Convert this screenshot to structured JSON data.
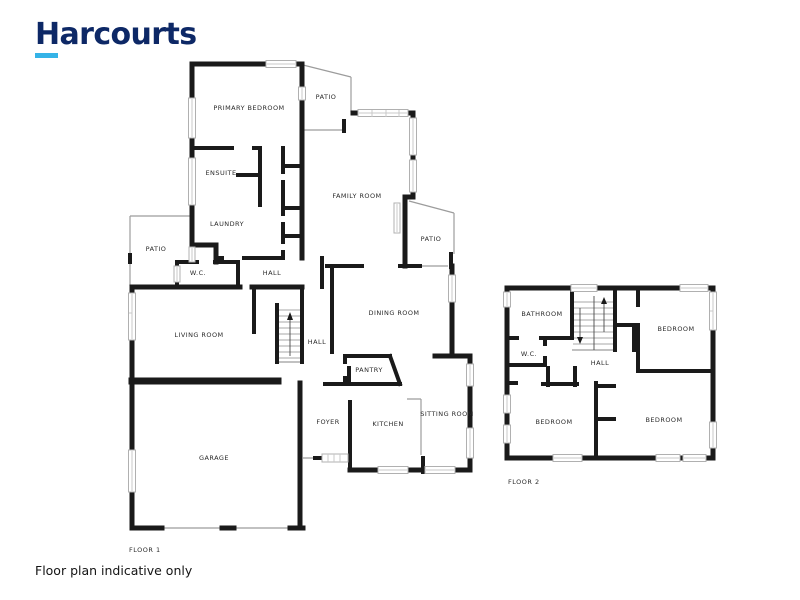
{
  "brand": {
    "logo_text": "Harcourts",
    "navy": "#0d2866",
    "cyan": "#35b3e7"
  },
  "plan_colors": {
    "wall": "#1a1a1a",
    "window_frame": "#b0b0b0",
    "thin_line": "#9c9c9c",
    "stair_tread": "#8a8a8a"
  },
  "floor1": {
    "caption": "FLOOR 1",
    "rooms": [
      {
        "label": "PRIMARY BEDROOM"
      },
      {
        "label": "PATIO"
      },
      {
        "label": "FAMILY ROOM"
      },
      {
        "label": "PATIO"
      },
      {
        "label": "ENSUITE"
      },
      {
        "label": "LAUNDRY"
      },
      {
        "label": "PATIO"
      },
      {
        "label": "W.C."
      },
      {
        "label": "HALL"
      },
      {
        "label": "LIVING ROOM"
      },
      {
        "label": "HALL"
      },
      {
        "label": "DINING ROOM"
      },
      {
        "label": "PANTRY"
      },
      {
        "label": "FOYER"
      },
      {
        "label": "KITCHEN"
      },
      {
        "label": "SITTING ROOM"
      },
      {
        "label": "GARAGE"
      }
    ]
  },
  "floor2": {
    "caption": "FLOOR 2",
    "rooms": [
      {
        "label": "BATHROOM"
      },
      {
        "label": "BEDROOM"
      },
      {
        "label": "W.C."
      },
      {
        "label": "HALL"
      },
      {
        "label": "BEDROOM"
      },
      {
        "label": "BEDROOM"
      }
    ]
  },
  "footer": {
    "disclaimer": "Floor plan indicative only"
  }
}
